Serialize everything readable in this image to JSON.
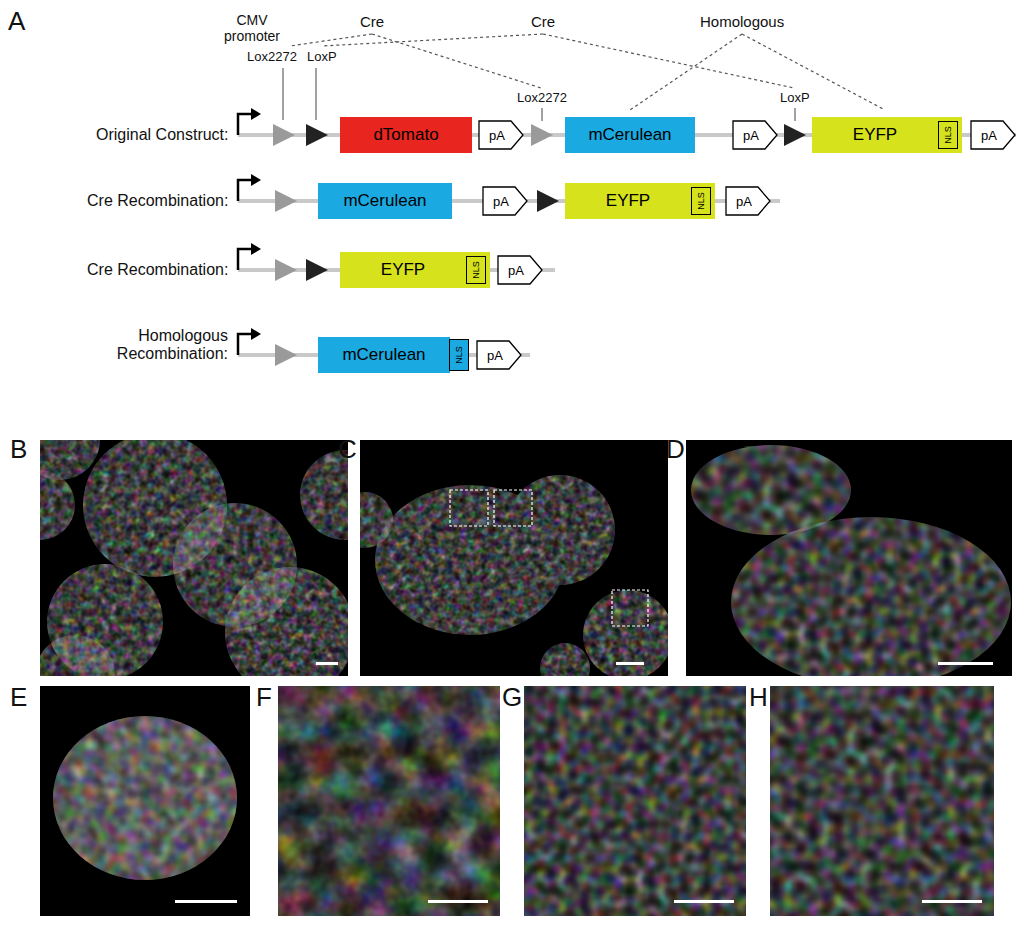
{
  "diagram": {
    "nodes": [
      {
        "text": [
          "dTomato"
        ]
      },
      {
        "text": [
          "pA"
        ]
      },
      {
        "text": [
          "mCerulean"
        ]
      },
      {
        "text": [
          "pA"
        ]
      },
      {
        "text": [
          "EYFP"
        ]
      },
      {
        "text": [
          "NLS"
        ],
        "in": 4
      },
      {
        "text": [
          "pA"
        ]
      },
      {
        "text": [
          "mCerulean"
        ]
      },
      {
        "text": [
          "pA"
        ]
      },
      {
        "text": [
          "EYFP"
        ]
      },
      {
        "text": [
          "NLS"
        ],
        "in": 9
      },
      {
        "text": [
          "pA"
        ]
      },
      {
        "text": [
          "EYFP"
        ]
      },
      {
        "text": [
          "NLS"
        ],
        "in": 12
      },
      {
        "text": [
          "pA"
        ]
      },
      {
        "text": [
          "mCerulean"
        ]
      },
      {
        "text": [
          "NLS"
        ]
      },
      {
        "text": [
          "pA"
        ]
      }
    ],
    "labels": [
      "A",
      "CMV promoter",
      "Cre",
      "Cre",
      "Homologous",
      "Lox2272",
      "LoxP",
      "Lox2272",
      "LoxP",
      "Original Construct:",
      "Cre Recombination:",
      "Cre Recombination:",
      "Homologous Recombination:",
      "B",
      "C",
      "D",
      "E",
      "F",
      "G",
      "H"
    ]
  }
}
